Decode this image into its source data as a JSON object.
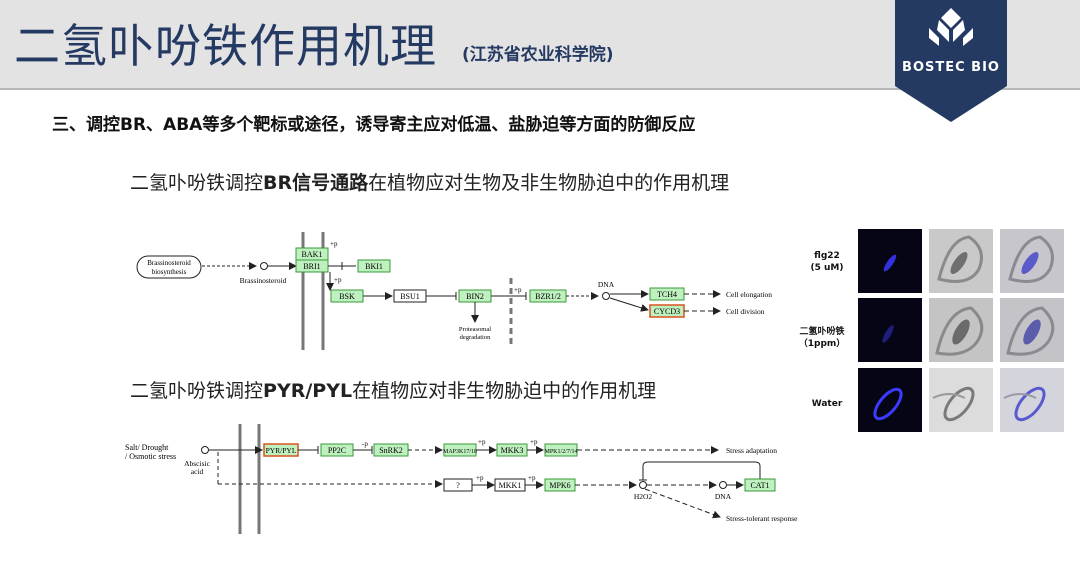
{
  "header": {
    "title": "二氢卟吩铁作用机理",
    "subtitle": "(江苏省农业科学院)",
    "logo_text": "BOSTEC BIO"
  },
  "section_heading": "三、调控BR、ABA等多个靶标或途径，诱导寄主应对低温、盐胁迫等方面的防御反应",
  "caption1": {
    "pre": "二氢卟吩铁调控",
    "bold": "BR信号通路",
    "post": "在植物应对生物及非生物胁迫中的作用机理"
  },
  "caption2": {
    "pre": "二氢卟吩铁调控",
    "bold": "PYR/PYL",
    "post": "在植物应对非生物胁迫中的作用机理"
  },
  "br_pathway": {
    "biosynthesis": [
      "Brassinosteroid",
      "biosynthesis"
    ],
    "brassinosteroid": "Brassinosteroid",
    "bak1": "BAK1",
    "bri1": "BRI1",
    "bki1": "BKI1",
    "bsk": "BSK",
    "bsu1": "BSU1",
    "bin2": "BIN2",
    "bzr": "BZR1/2",
    "dna": "DNA",
    "tch4": "TCH4",
    "cycd3": "CYCD3",
    "cell_elongation": "Cell elongation",
    "cell_division": "Cell division",
    "proteasomal": [
      "Proteasomal",
      "degradation"
    ],
    "p": "+p"
  },
  "aba_pathway": {
    "stress": [
      "Salt/ Drought",
      "/ Osmotic stress"
    ],
    "abscisic": [
      "Abscisic",
      "acid"
    ],
    "pyr": "PYR/PYL",
    "pp2c": "PP2C",
    "snrk2": "SnRK2",
    "map3k": "MAP3K17/18",
    "mkk3": "MKK3",
    "mpk": "MPK1/2/7/14",
    "q": "?",
    "mkk1": "MKK1",
    "mpk6": "MPK6",
    "h2o2": "H2O2",
    "dna": "DNA",
    "cat1": "CAT1",
    "stress_adaptation": "Stress adaptation",
    "stress_tolerant": "Stress-tolerant response",
    "p": "+p",
    "minus_p": "-p"
  },
  "micrographs": {
    "rows": [
      {
        "label_line1": "flg22",
        "label_line2": "(5 uM)"
      },
      {
        "label_line1": "二氢卟吩铁",
        "label_line2": "（1ppm）"
      },
      {
        "label_line1": "Water",
        "label_line2": ""
      }
    ]
  },
  "colors": {
    "title": "#253a63",
    "logo_bg": "#253a63",
    "gene_box": "#bff0bf",
    "gene_border": "#3a9a3a",
    "highlight_border": "#d9541e"
  }
}
